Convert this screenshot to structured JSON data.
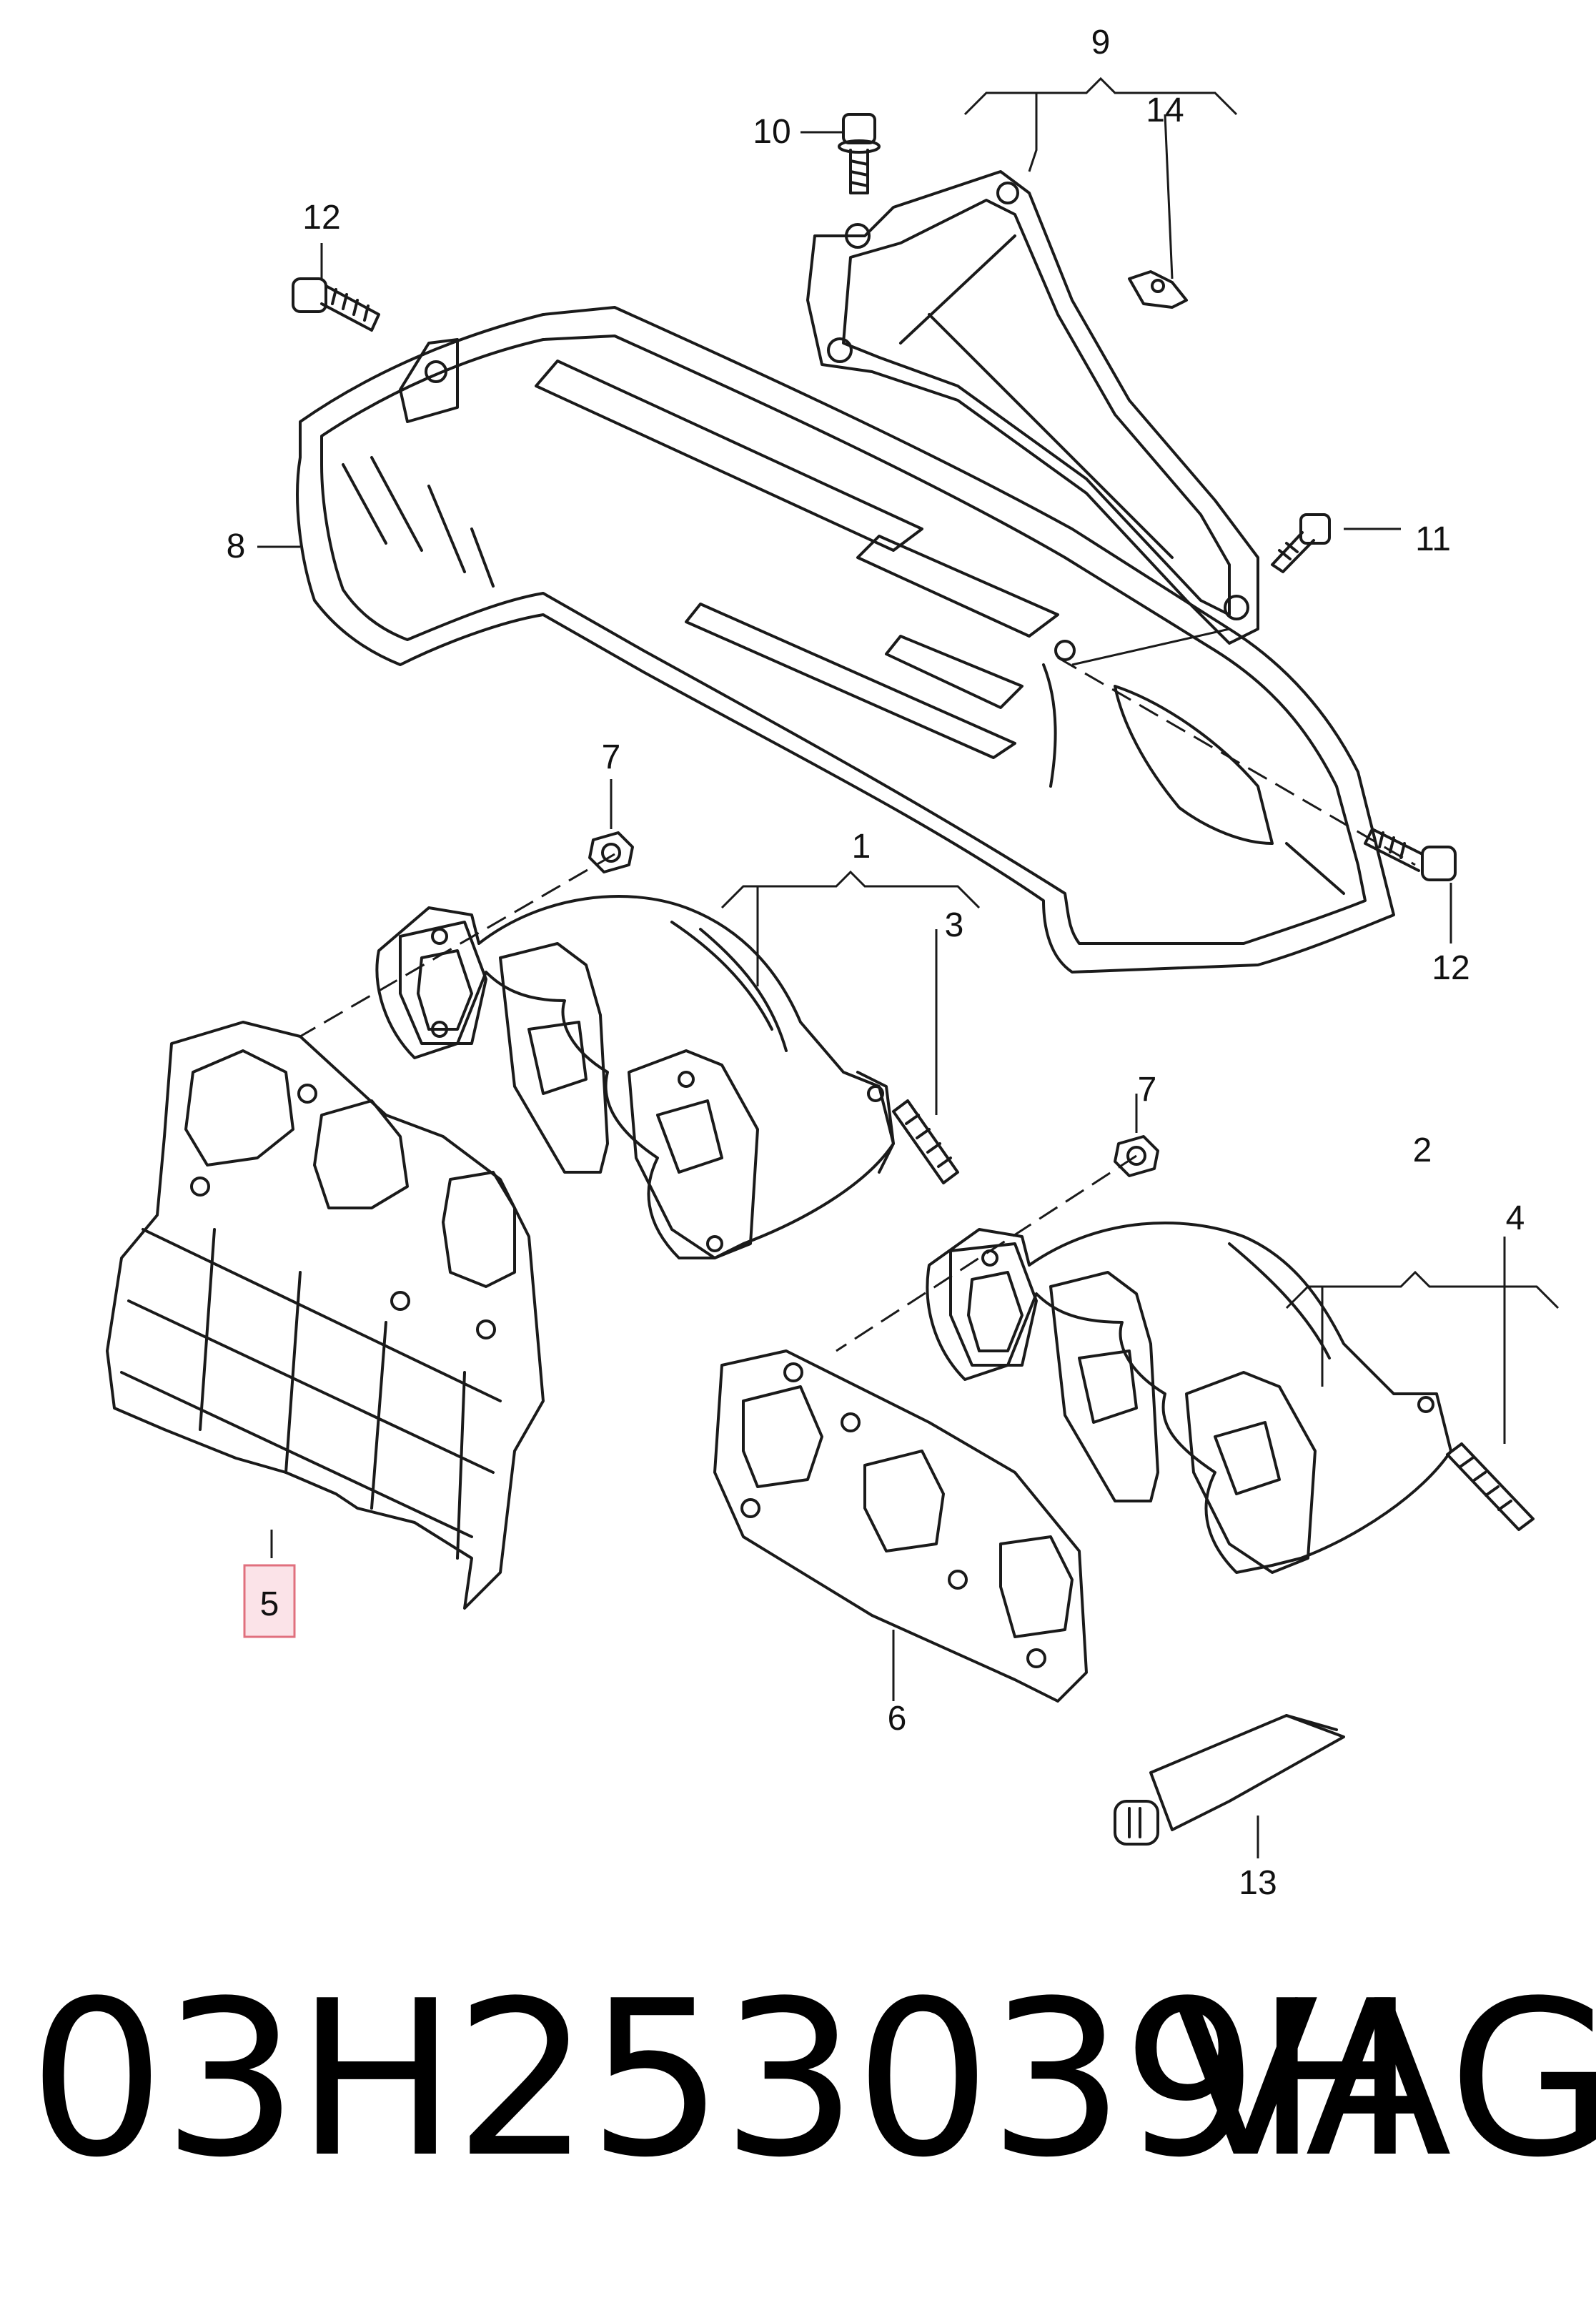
{
  "callouts": {
    "c1": "1",
    "c2": "2",
    "c3": "3",
    "c4": "4",
    "c5": "5",
    "c6": "6",
    "c7a": "7",
    "c7b": "7",
    "c8": "8",
    "c9": "9",
    "c10": "10",
    "c11": "11",
    "c12a": "12",
    "c12b": "12",
    "c13": "13",
    "c14": "14"
  },
  "highlighted_callout": "5",
  "colors": {
    "line": "#1a1a1a",
    "highlight_fill": "#fbe3e8",
    "highlight_border": "#e0707e"
  },
  "footer": {
    "part_number": "03H253039H",
    "brand": "VAG"
  }
}
